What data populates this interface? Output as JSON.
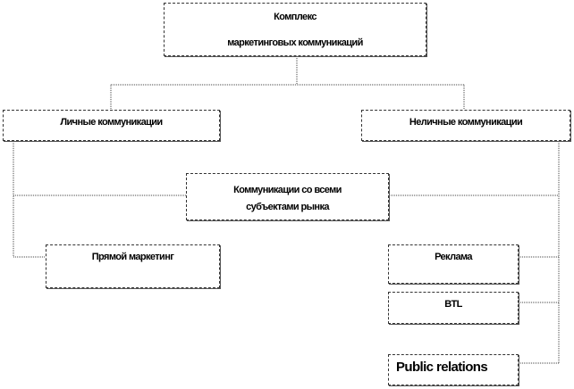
{
  "root": {
    "line1": "Комплекс",
    "line2": "маркетинговых коммуникаций"
  },
  "personal": "Личные коммуникации",
  "nonpersonal": "Неличные коммуникации",
  "all_subjects": {
    "line1": "Коммуникации со всеми",
    "line2": "субъектами рынка"
  },
  "direct_marketing": "Прямой маркетинг",
  "advertising": "Реклама",
  "btl": "BTL",
  "pr": "Public relations"
}
